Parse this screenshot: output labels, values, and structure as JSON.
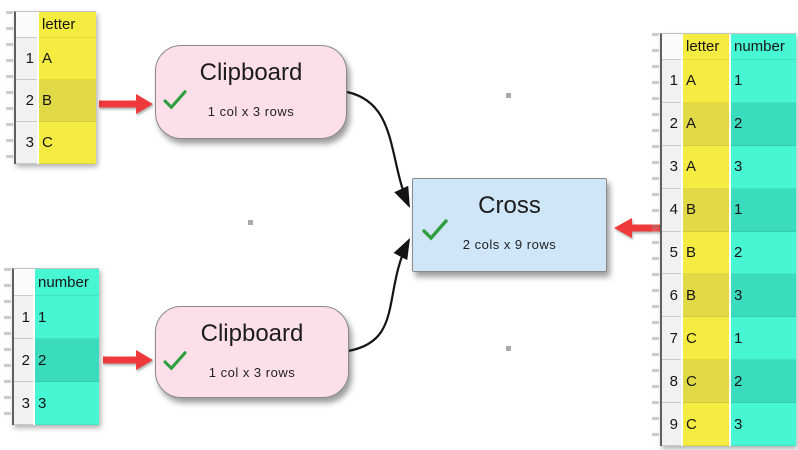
{
  "theme": {
    "yellow": "#f5ec41",
    "yellow_dark": "#e2d947",
    "teal": "#47f6d2",
    "teal_dark": "#3bdcbe",
    "pink": "#fcdfe9",
    "blue": "#cfe5f8",
    "node_border": "#8a8a8a",
    "green": "#2f9e3e",
    "red": "#ee3a3a",
    "wire": "#141414",
    "dot": "#a9a9a9"
  },
  "icons": {
    "status_ok": "checkmark-icon",
    "input_pointer": "red-arrow-icon",
    "connector_head": "black-arrowhead-icon"
  },
  "source_tables": {
    "letter": {
      "header": "letter",
      "rows": [
        {
          "n": "1",
          "v": "A"
        },
        {
          "n": "2",
          "v": "B"
        },
        {
          "n": "3",
          "v": "C"
        }
      ]
    },
    "number": {
      "header": "number",
      "rows": [
        {
          "n": "1",
          "v": "1"
        },
        {
          "n": "2",
          "v": "2"
        },
        {
          "n": "3",
          "v": "3"
        }
      ]
    }
  },
  "nodes": {
    "clipboard_top": {
      "title": "Clipboard",
      "subtitle": "1 col x 3 rows",
      "status": "ok"
    },
    "clipboard_bottom": {
      "title": "Clipboard",
      "subtitle": "1 col x 3 rows",
      "status": "ok"
    },
    "cross": {
      "title": "Cross",
      "subtitle": "2 cols x 9 rows",
      "status": "ok"
    }
  },
  "result_table": {
    "headers": [
      "letter",
      "number"
    ],
    "rows": [
      {
        "n": "1",
        "letter": "A",
        "number": "1"
      },
      {
        "n": "2",
        "letter": "A",
        "number": "2"
      },
      {
        "n": "3",
        "letter": "A",
        "number": "3"
      },
      {
        "n": "4",
        "letter": "B",
        "number": "1"
      },
      {
        "n": "5",
        "letter": "B",
        "number": "2"
      },
      {
        "n": "6",
        "letter": "B",
        "number": "3"
      },
      {
        "n": "7",
        "letter": "C",
        "number": "1"
      },
      {
        "n": "8",
        "letter": "C",
        "number": "2"
      },
      {
        "n": "9",
        "letter": "C",
        "number": "3"
      }
    ]
  }
}
